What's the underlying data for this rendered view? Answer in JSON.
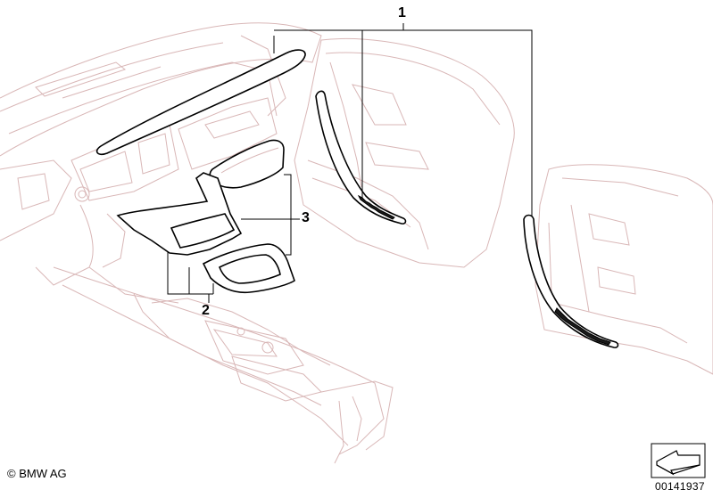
{
  "callouts": {
    "item1": "1",
    "item2": "2",
    "item3": "3"
  },
  "footer": {
    "copyright": "© BMW AG",
    "diagram_id": "00141937"
  },
  "icons": {
    "orientation": "arrow-icon"
  },
  "colors": {
    "ghost_lines": "#d9b7b7",
    "part_outline": "#000000"
  }
}
